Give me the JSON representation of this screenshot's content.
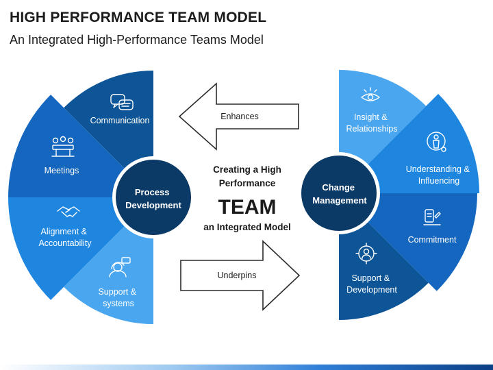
{
  "title": "HIGH PERFORMANCE TEAM MODEL",
  "subtitle": "An Integrated High-Performance Teams Model",
  "colors": {
    "dark_navy": "#0b3a66",
    "deep_blue": "#0d5597",
    "mid_blue": "#1466bf",
    "bright_blue": "#1f86e0",
    "light_blue": "#4aa6ee"
  },
  "left": {
    "hub": [
      "Process",
      "Development"
    ],
    "segments": [
      {
        "label": [
          "Communication"
        ],
        "icon": "chat-bubbles-icon",
        "color": "#0d5597"
      },
      {
        "label": [
          "Meetings"
        ],
        "icon": "meeting-icon",
        "color": "#1466bf"
      },
      {
        "label": [
          "Alignment &",
          "Accountability"
        ],
        "icon": "handshake-icon",
        "color": "#1f86e0"
      },
      {
        "label": [
          "Support &",
          "systems"
        ],
        "icon": "support-agent-icon",
        "color": "#4aa6ee"
      }
    ]
  },
  "right": {
    "hub": [
      "Change",
      "Management"
    ],
    "segments": [
      {
        "label": [
          "Insight &",
          "Relationships"
        ],
        "icon": "eye-insight-icon",
        "color": "#4aa6ee"
      },
      {
        "label": [
          "Understanding &",
          "Influencing"
        ],
        "icon": "person-target-icon",
        "color": "#1f86e0"
      },
      {
        "label": [
          "Commitment"
        ],
        "icon": "pledge-icon",
        "color": "#1466bf"
      },
      {
        "label": [
          "Support &",
          "Development"
        ],
        "icon": "gear-person-icon",
        "color": "#0d5597"
      }
    ]
  },
  "arrows": {
    "top": "Enhances",
    "bottom": "Underpins"
  },
  "center": {
    "line1": "Creating a High",
    "line2": "Performance",
    "team": "TEAM",
    "line4": "an Integrated Model"
  }
}
